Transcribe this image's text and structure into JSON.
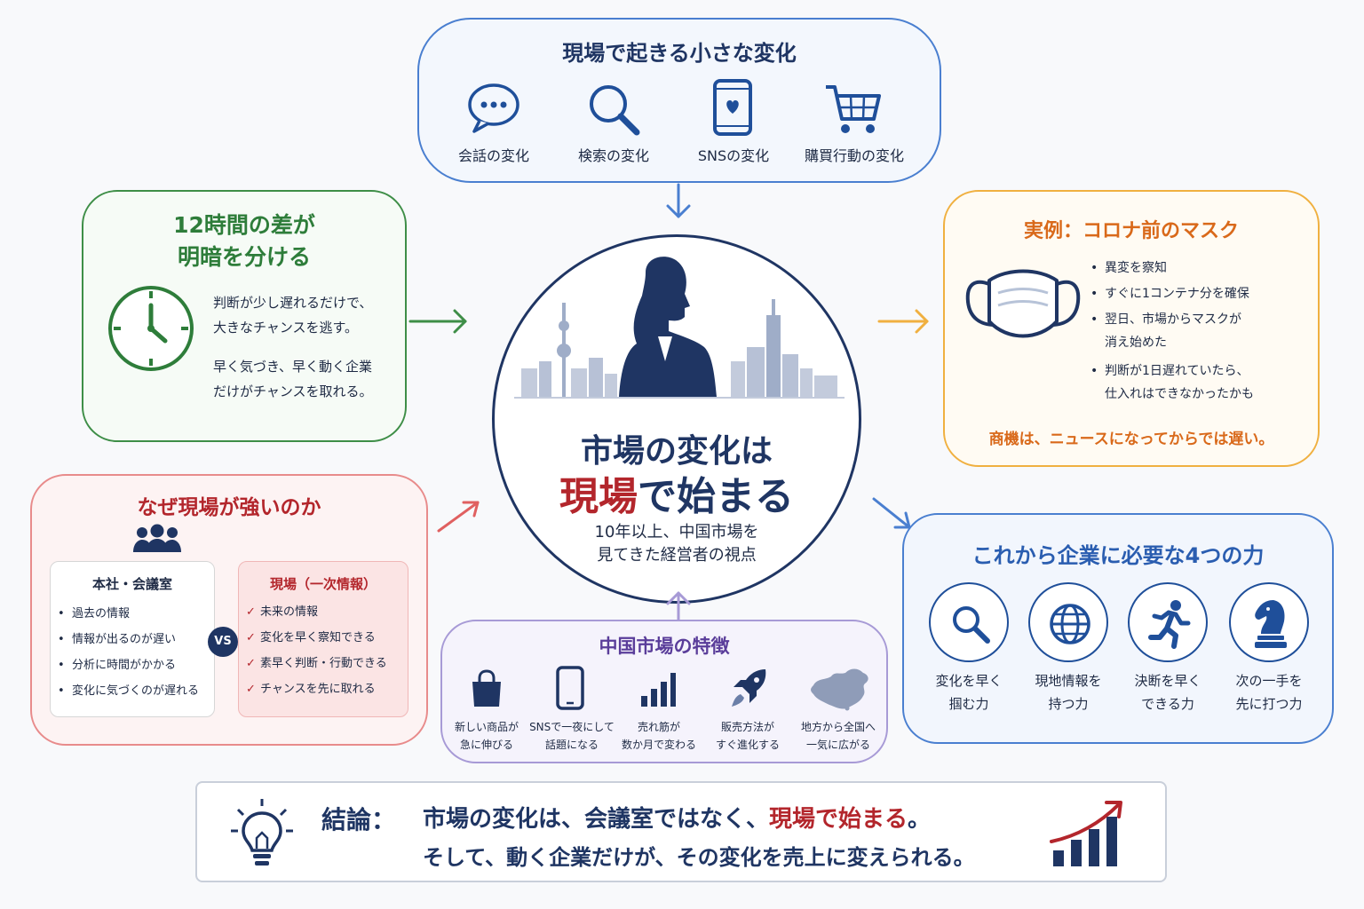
{
  "colors": {
    "navy": "#1f3563",
    "blue": "#2a5db0",
    "green": "#2e7d3a",
    "orange": "#e07a12",
    "red": "#b3262c",
    "purple": "#5a3d9a"
  },
  "top": {
    "title": "現場で起きる小さな変化",
    "items": [
      {
        "icon": "chat-bubble-icon",
        "label": "会話の変化"
      },
      {
        "icon": "magnifier-icon",
        "label": "検索の変化"
      },
      {
        "icon": "smartphone-heart-icon",
        "label": "SNSの変化"
      },
      {
        "icon": "shopping-cart-icon",
        "label": "購買行動の変化"
      }
    ]
  },
  "time_box": {
    "title_line1": "12時間の差が",
    "title_line2": "明暗を分ける",
    "text1_line1": "判断が少し遅れるだけで、",
    "text1_line2": "大きなチャンスを逃す。",
    "text2_line1": "早く気づき、早く動く企業",
    "text2_line2": "だけがチャンスを取れる。"
  },
  "example_box": {
    "title": "実例：コロナ前のマスク",
    "bullets": [
      "異変を察知",
      "すぐに1コンテナ分を確保",
      "翌日、市場からマスクが",
      "判断が1日遅れていたら、"
    ],
    "bullet3_cont": "消え始めた",
    "bullet4_cont": "仕入れはできなかったかも",
    "conclusion": "商機は、ニュースになってからでは遅い。"
  },
  "center": {
    "line1": "市場の変化は",
    "line2_highlight": "現場",
    "line2_rest": "で始まる",
    "sub_line1": "10年以上、中国市場を",
    "sub_line2": "見てきた経営者の視点"
  },
  "why_box": {
    "title": "なぜ現場が強いのか",
    "left_title": "本社・会議室",
    "left_items": [
      "過去の情報",
      "情報が出るのが遅い",
      "分析に時間がかかる",
      "変化に気づくのが遅れる"
    ],
    "vs": "VS",
    "right_title": "現場（一次情報）",
    "right_items": [
      "未来の情報",
      "変化を早く察知できる",
      "素早く判断・行動できる",
      "チャンスを先に取れる"
    ]
  },
  "china_box": {
    "title": "中国市場の特徴",
    "items": [
      {
        "icon": "shopping-bag-icon",
        "line1": "新しい商品が",
        "line2": "急に伸びる"
      },
      {
        "icon": "smartphone-icon",
        "line1": "SNSで一夜にして",
        "line2": "話題になる"
      },
      {
        "icon": "bar-chart-icon",
        "line1": "売れ筋が",
        "line2": "数か月で変わる"
      },
      {
        "icon": "rocket-icon",
        "line1": "販売方法が",
        "line2": "すぐ進化する"
      },
      {
        "icon": "china-map-icon",
        "line1": "地方から全国へ",
        "line2": "一気に広がる"
      }
    ]
  },
  "power_box": {
    "title": "これから企業に必要な4つの力",
    "items": [
      {
        "icon": "magnifier-icon",
        "line1": "変化を早く",
        "line2": "掴む力"
      },
      {
        "icon": "globe-icon",
        "line1": "現地情報を",
        "line2": "持つ力"
      },
      {
        "icon": "runner-icon",
        "line1": "決断を早く",
        "line2": "できる力"
      },
      {
        "icon": "chess-knight-icon",
        "line1": "次の一手を",
        "line2": "先に打つ力"
      }
    ]
  },
  "conclusion": {
    "label": "結論：",
    "line1_a": "市場の変化は、会議室ではなく、",
    "line1_highlight": "現場で始まる",
    "line1_end": "。",
    "line2": "そして、動く企業だけが、その変化を売上に変えられる。"
  }
}
